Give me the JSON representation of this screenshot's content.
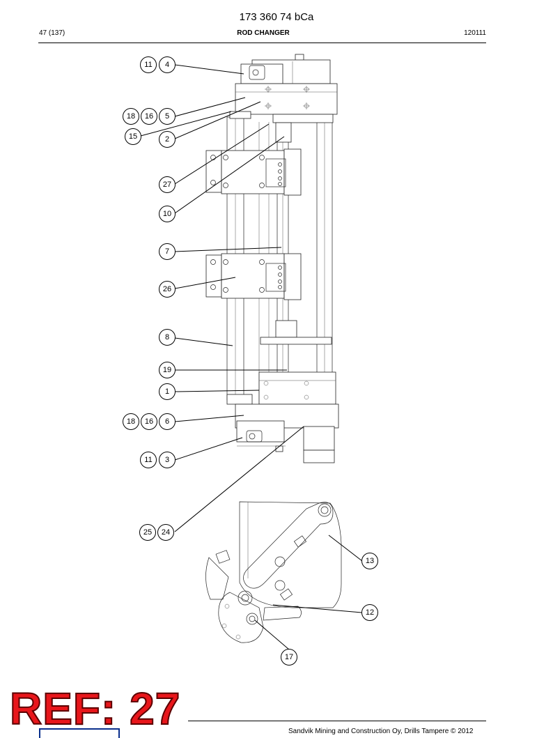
{
  "header": {
    "doc_number": "173 360 74 bCa",
    "page": "47 (137)",
    "title": "ROD CHANGER",
    "date": "120111"
  },
  "footer": {
    "stamp": "REF: 27",
    "copyright": "Sandvik Mining and Construction Oy, Drills Tampere © 2012"
  },
  "callouts": [
    {
      "id": "c11a",
      "label": "11"
    },
    {
      "id": "c4",
      "label": "4"
    },
    {
      "id": "c18a",
      "label": "18"
    },
    {
      "id": "c16a",
      "label": "16"
    },
    {
      "id": "c5",
      "label": "5"
    },
    {
      "id": "c15",
      "label": "15"
    },
    {
      "id": "c2",
      "label": "2"
    },
    {
      "id": "c27",
      "label": "27"
    },
    {
      "id": "c10",
      "label": "10"
    },
    {
      "id": "c7",
      "label": "7"
    },
    {
      "id": "c26",
      "label": "26"
    },
    {
      "id": "c8",
      "label": "8"
    },
    {
      "id": "c19",
      "label": "19"
    },
    {
      "id": "c1",
      "label": "1"
    },
    {
      "id": "c18b",
      "label": "18"
    },
    {
      "id": "c16b",
      "label": "16"
    },
    {
      "id": "c6",
      "label": "6"
    },
    {
      "id": "c11b",
      "label": "11"
    },
    {
      "id": "c3",
      "label": "3"
    },
    {
      "id": "c25",
      "label": "25"
    },
    {
      "id": "c24",
      "label": "24"
    },
    {
      "id": "c13",
      "label": "13"
    },
    {
      "id": "c12",
      "label": "12"
    },
    {
      "id": "c17",
      "label": "17"
    }
  ]
}
